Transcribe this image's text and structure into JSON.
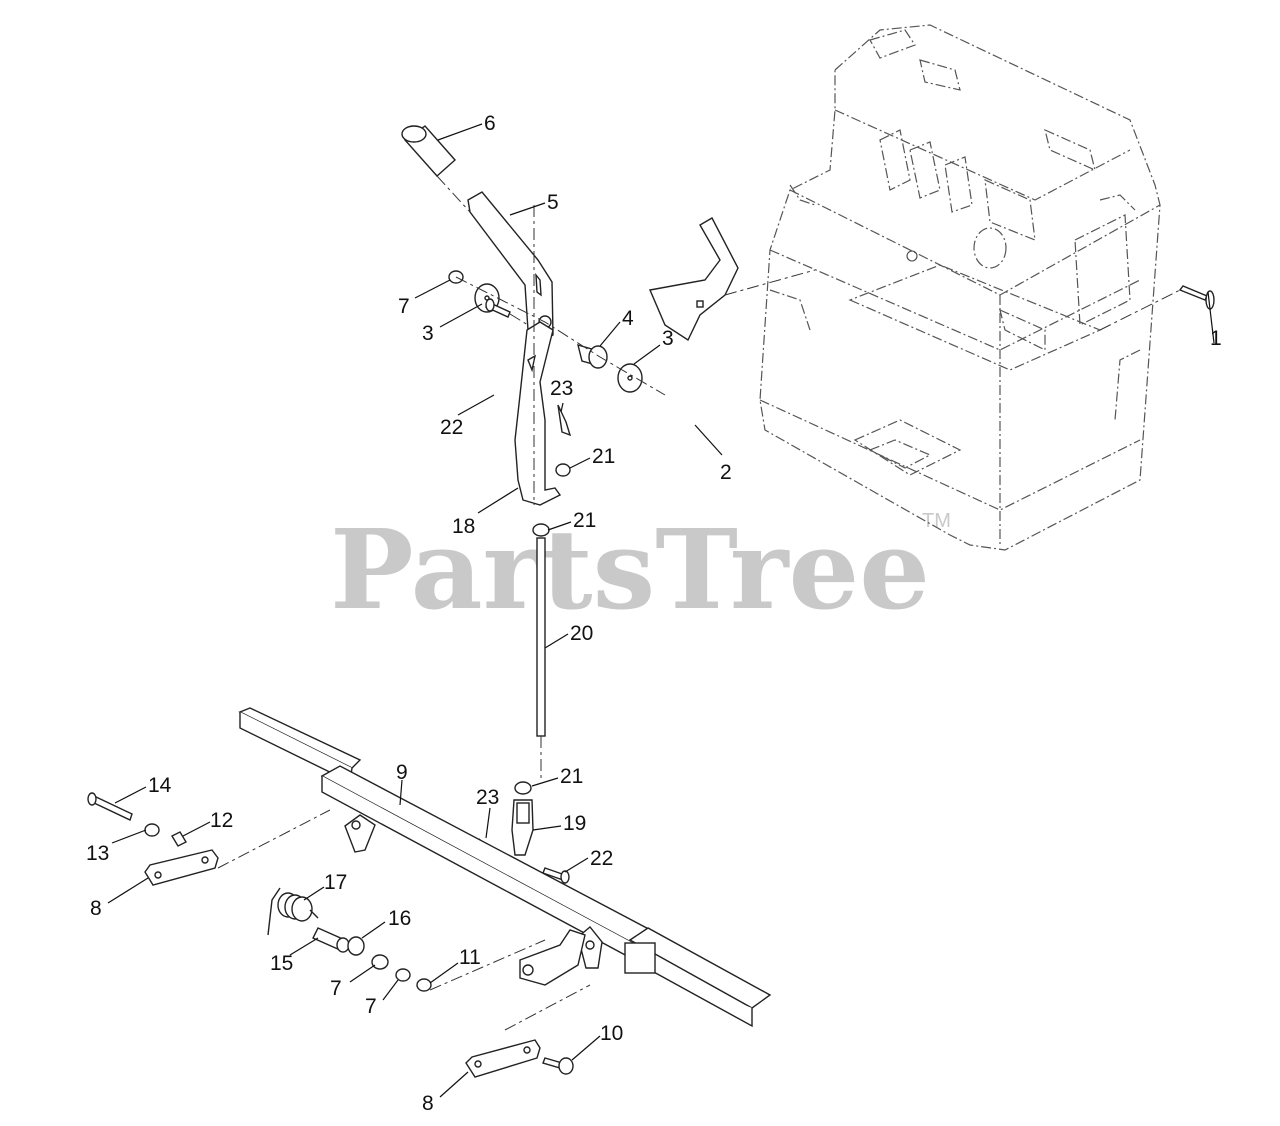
{
  "watermark": {
    "text": "PartsTree",
    "trademark": "TM",
    "color": "#c9c9c9"
  },
  "callouts": [
    {
      "id": "c1",
      "label": "1"
    },
    {
      "id": "c2",
      "label": "2"
    },
    {
      "id": "c3a",
      "label": "3"
    },
    {
      "id": "c3b",
      "label": "3"
    },
    {
      "id": "c4",
      "label": "4"
    },
    {
      "id": "c5",
      "label": "5"
    },
    {
      "id": "c6",
      "label": "6"
    },
    {
      "id": "c7a",
      "label": "7"
    },
    {
      "id": "c7b",
      "label": "7"
    },
    {
      "id": "c7c",
      "label": "7"
    },
    {
      "id": "c8a",
      "label": "8"
    },
    {
      "id": "c8b",
      "label": "8"
    },
    {
      "id": "c9",
      "label": "9"
    },
    {
      "id": "c10",
      "label": "10"
    },
    {
      "id": "c11",
      "label": "11"
    },
    {
      "id": "c12",
      "label": "12"
    },
    {
      "id": "c13",
      "label": "13"
    },
    {
      "id": "c14",
      "label": "14"
    },
    {
      "id": "c15",
      "label": "15"
    },
    {
      "id": "c16",
      "label": "16"
    },
    {
      "id": "c17",
      "label": "17"
    },
    {
      "id": "c18",
      "label": "18"
    },
    {
      "id": "c19",
      "label": "19"
    },
    {
      "id": "c20",
      "label": "20"
    },
    {
      "id": "c21a",
      "label": "21"
    },
    {
      "id": "c21b",
      "label": "21"
    },
    {
      "id": "c21c",
      "label": "21"
    },
    {
      "id": "c22a",
      "label": "22"
    },
    {
      "id": "c22b",
      "label": "22"
    },
    {
      "id": "c23a",
      "label": "23"
    },
    {
      "id": "c23b",
      "label": "23"
    }
  ]
}
